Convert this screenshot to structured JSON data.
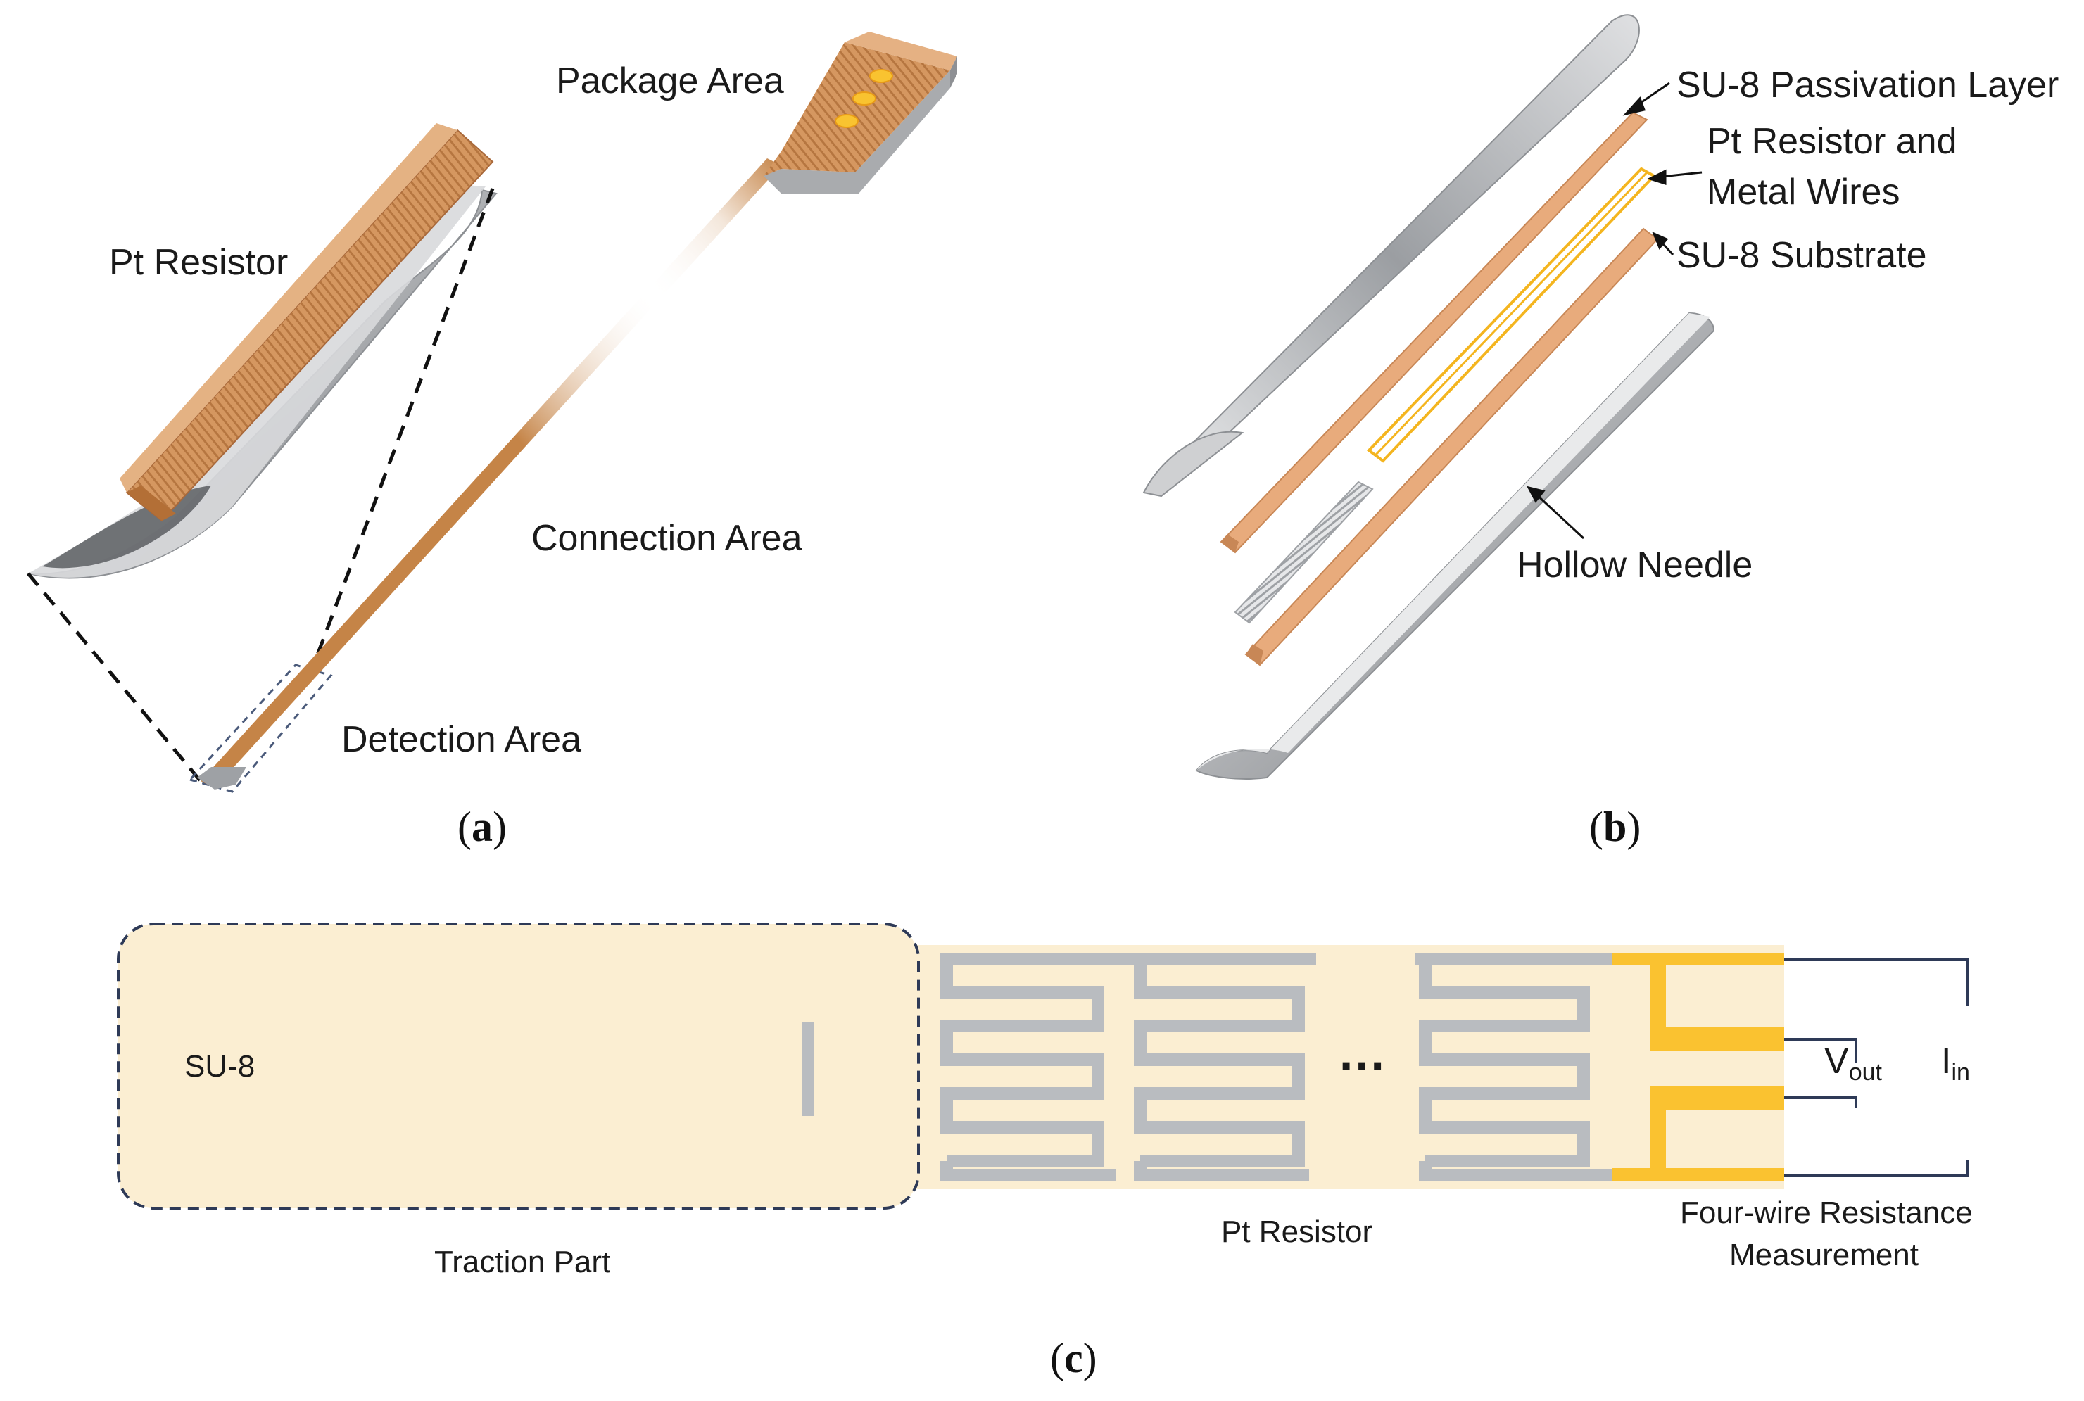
{
  "panel_a": {
    "package_area": "Package Area",
    "pt_resistor": "Pt Resistor",
    "connection_area": "Connection Area",
    "detection_area": "Detection Area",
    "caption_letter": "a"
  },
  "panel_b": {
    "passivation_layer": "SU-8 Passivation Layer",
    "pt_resistor_line1": "Pt Resistor and",
    "pt_resistor_line2": "Metal Wires",
    "substrate": "SU-8 Substrate",
    "hollow_needle": "Hollow Needle",
    "caption_letter": "b"
  },
  "panel_c": {
    "su8": "SU-8",
    "traction_part": "Traction Part",
    "pt_resistor": "Pt Resistor",
    "ellipsis": "…",
    "vout_main": "V",
    "vout_sub": "out",
    "iin_main": "I",
    "iin_sub": "in",
    "four_wire_line1": "Four-wire Resistance",
    "four_wire_line2": "Measurement",
    "caption_letter": "c"
  },
  "colors": {
    "su8_orange": "#e8ab7c",
    "su8_light": "#fbeed2",
    "pt_gray": "#b9bcc0",
    "gold": "#fac230",
    "wire_navy": "#2e3a57",
    "steel": "#a9abae"
  }
}
